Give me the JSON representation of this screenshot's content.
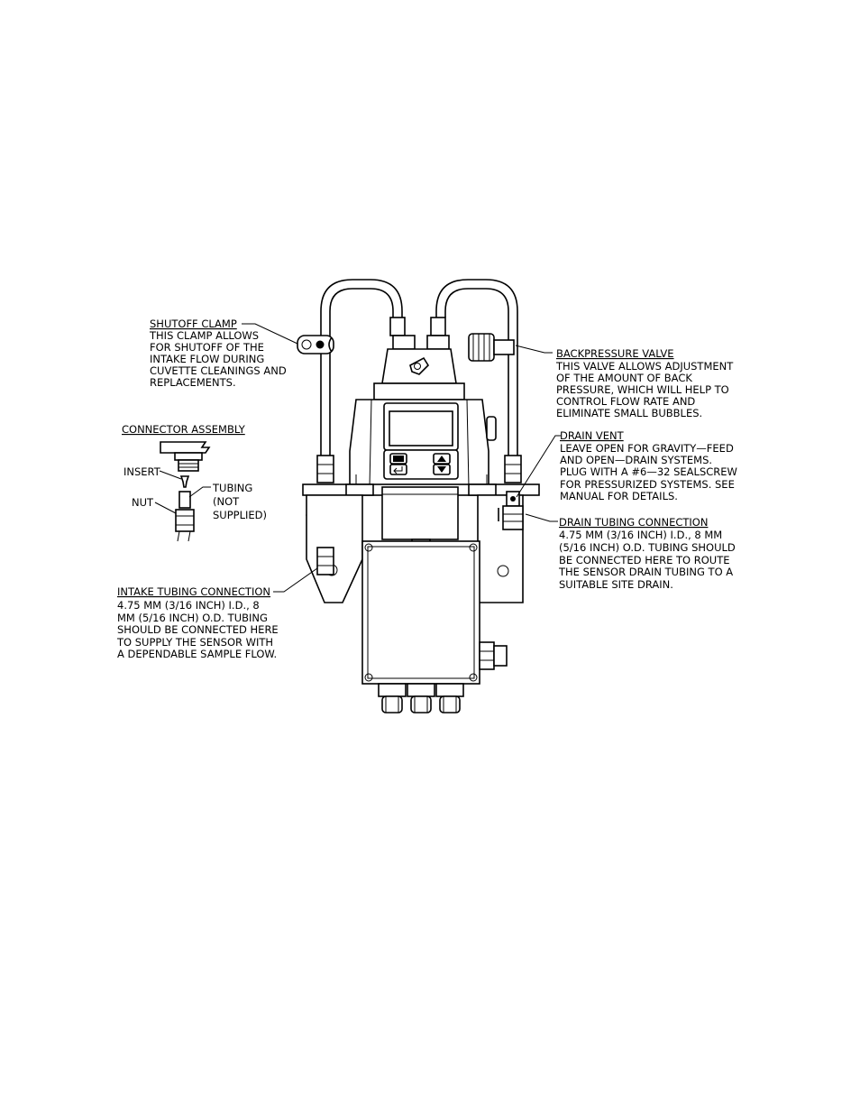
{
  "callouts": {
    "shutoff_clamp": {
      "title": "SHUTOFF CLAMP",
      "lines": [
        "THIS CLAMP ALLOWS",
        "FOR SHUTOFF OF THE",
        "INTAKE FLOW DURING",
        "CUVETTE CLEANINGS AND",
        "REPLACEMENTS."
      ]
    },
    "backpressure_valve": {
      "title": "BACKPRESSURE VALVE",
      "lines": [
        "THIS VALVE ALLOWS ADJUSTMENT",
        "OF THE AMOUNT OF BACK",
        "PRESSURE, WHICH WILL HELP TO",
        "CONTROL FLOW RATE AND",
        "ELIMINATE SMALL BUBBLES."
      ]
    },
    "drain_vent": {
      "title": "DRAIN VENT",
      "lines": [
        "LEAVE OPEN FOR GRAVITY—FEED",
        "AND OPEN—DRAIN SYSTEMS.",
        "PLUG WITH A #6—32 SEALSCREW",
        "FOR PRESSURIZED SYSTEMS.  SEE",
        "MANUAL FOR DETAILS."
      ]
    },
    "drain_tubing": {
      "title": "DRAIN TUBING CONNECTION",
      "lines": [
        "4.75 MM (3/16 INCH) I.D., 8 MM",
        "(5/16 INCH) O.D. TUBING SHOULD",
        "BE CONNECTED HERE TO ROUTE",
        "THE SENSOR DRAIN TUBING TO A",
        "SUITABLE SITE DRAIN."
      ]
    },
    "intake_tubing": {
      "title": "INTAKE TUBING CONNECTION",
      "lines": [
        "4.75 MM (3/16 INCH) I.D., 8",
        "MM (5/16 INCH) O.D. TUBING",
        "SHOULD BE CONNECTED HERE",
        "TO SUPPLY THE SENSOR WITH",
        "A DEPENDABLE SAMPLE FLOW."
      ]
    }
  },
  "connector_assembly": {
    "title": "CONNECTOR ASSEMBLY",
    "insert": "INSERT",
    "nut": "NUT",
    "tubing_lines": [
      "TUBING",
      "(NOT",
      "SUPPLIED)"
    ]
  }
}
